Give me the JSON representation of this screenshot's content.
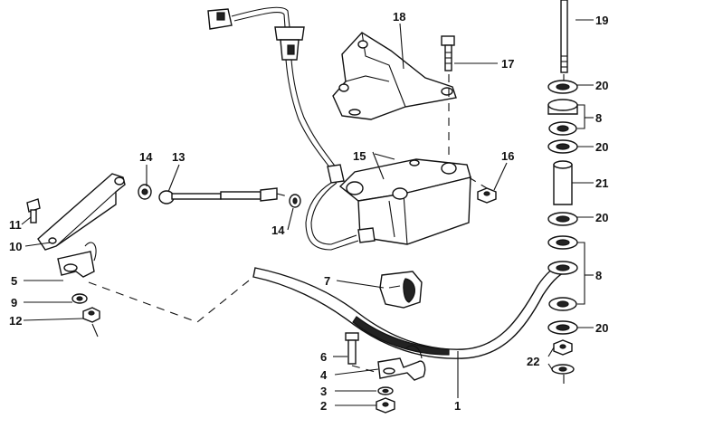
{
  "diagram": {
    "labels": {
      "l1": "1",
      "l2": "2",
      "l3": "3",
      "l4": "4",
      "l5": "5",
      "l6": "6",
      "l7": "7",
      "l8a": "8",
      "l8b": "8",
      "l9": "9",
      "l10": "10",
      "l11": "11",
      "l12": "12",
      "l13": "13",
      "l14a": "14",
      "l14b": "14",
      "l15": "15",
      "l16": "16",
      "l17": "17",
      "l18": "18",
      "l19": "19",
      "l20a": "20",
      "l20b": "20",
      "l20c": "20",
      "l20d": "20",
      "l21": "21",
      "l22": "22"
    }
  }
}
